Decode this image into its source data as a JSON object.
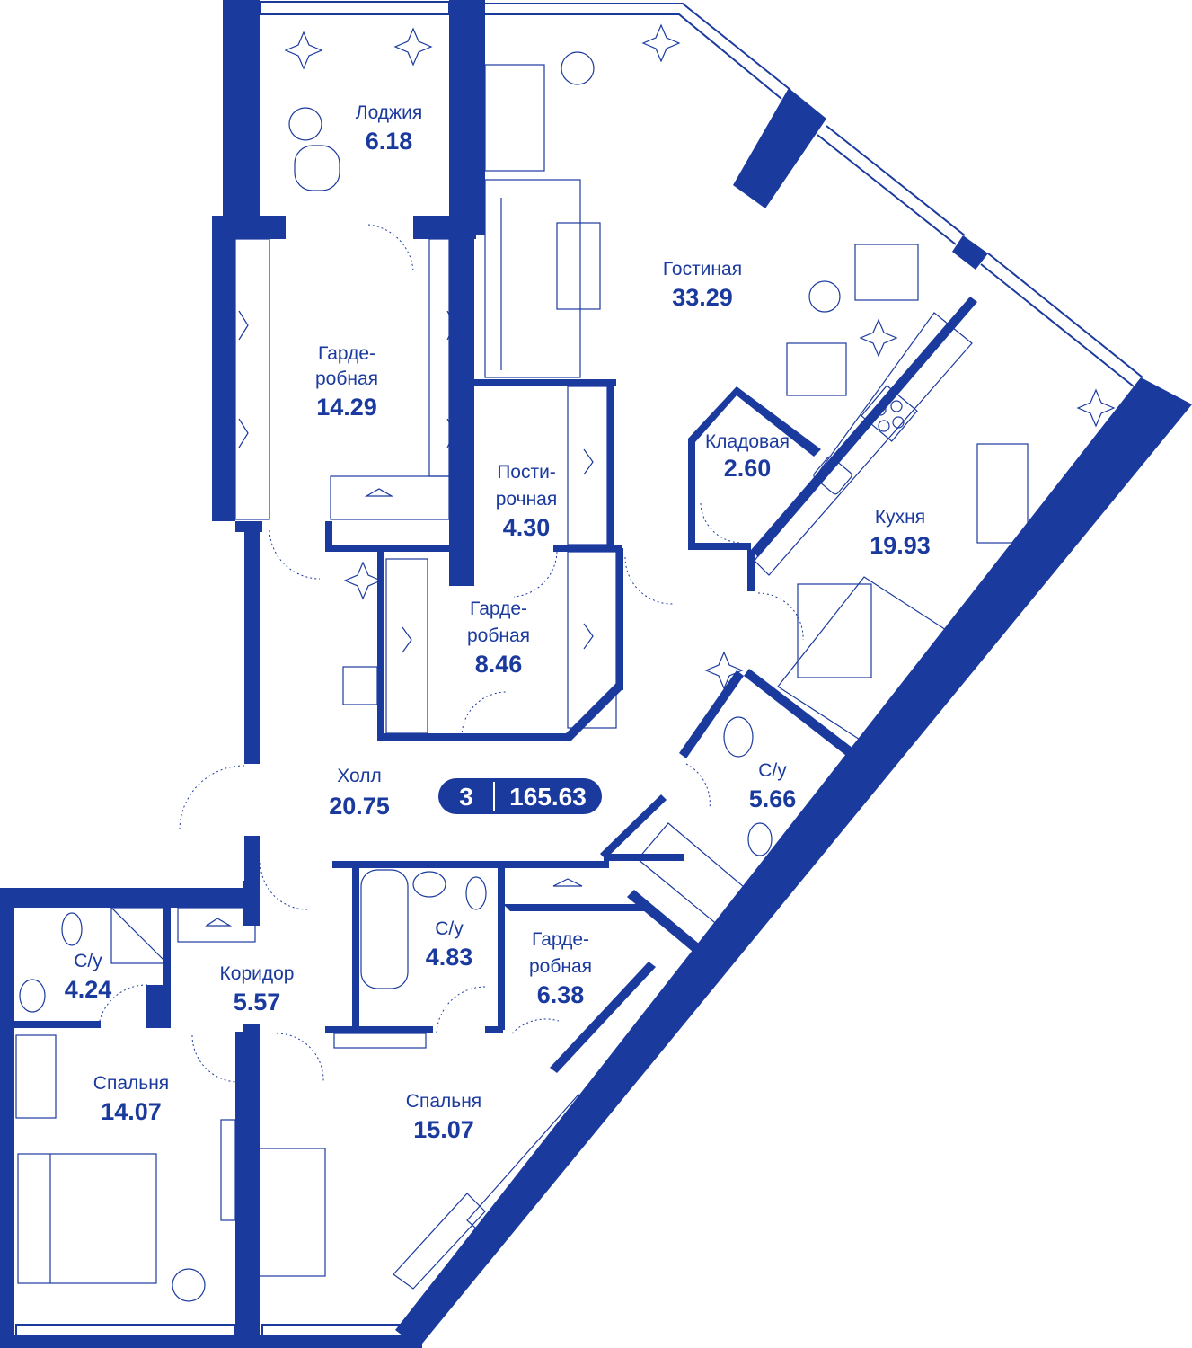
{
  "colors": {
    "primary": "#1b3a9e",
    "background": "#ffffff"
  },
  "summary": {
    "rooms": "3",
    "total_area": "165.63"
  },
  "rooms": {
    "loggia": {
      "name": "Лоджия",
      "area": "6.18"
    },
    "living": {
      "name": "Гостиная",
      "area": "33.29"
    },
    "wardrobe1": {
      "name1": "Гарде-",
      "name2": "робная",
      "area": "14.29"
    },
    "storage": {
      "name": "Кладовая",
      "area": "2.60"
    },
    "laundry": {
      "name1": "Пости-",
      "name2": "рочная",
      "area": "4.30"
    },
    "kitchen": {
      "name": "Кухня",
      "area": "19.93"
    },
    "wardrobe2": {
      "name1": "Гарде-",
      "name2": "робная",
      "area": "8.46"
    },
    "hall": {
      "name": "Холл",
      "area": "20.75"
    },
    "bath1": {
      "name": "С/у",
      "area": "5.66"
    },
    "bath2": {
      "name": "С/у",
      "area": "4.83"
    },
    "wardrobe3": {
      "name1": "Гарде-",
      "name2": "робная",
      "area": "6.38"
    },
    "bath3": {
      "name": "С/у",
      "area": "4.24"
    },
    "corridor": {
      "name": "Коридор",
      "area": "5.57"
    },
    "bedroom1": {
      "name": "Спальня",
      "area": "14.07"
    },
    "bedroom2": {
      "name": "Спальня",
      "area": "15.07"
    }
  },
  "icons": [
    "plant-icon",
    "hanger-icon",
    "armchair-icon",
    "table-icon",
    "stove-icon",
    "sink-icon",
    "toilet-icon",
    "bathtub-icon",
    "shower-icon",
    "bed-icon",
    "sofa-icon",
    "washer-icon"
  ]
}
